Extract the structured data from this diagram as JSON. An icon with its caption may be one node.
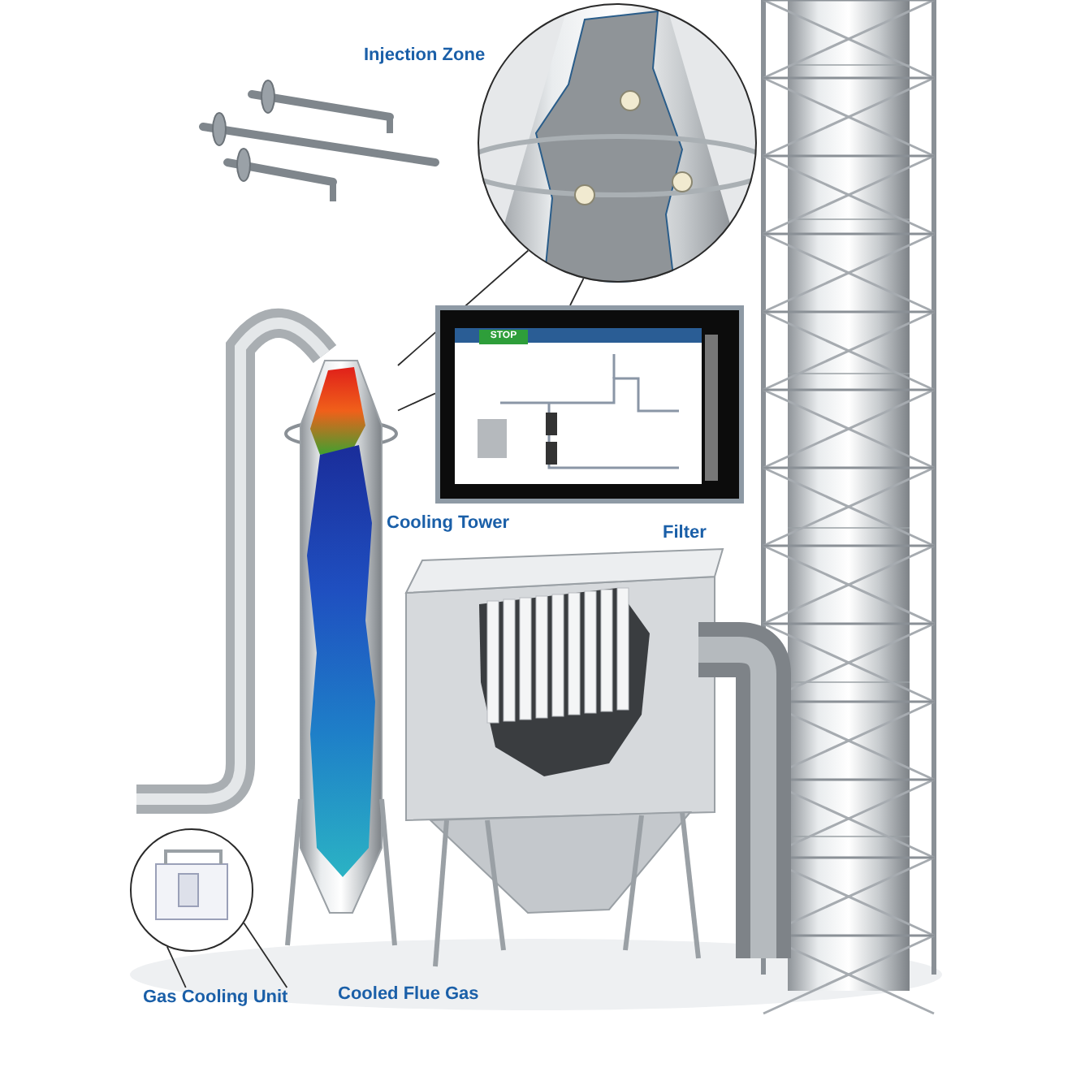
{
  "diagram": {
    "nodes": [
      {
        "text": [
          "Injection Zone"
        ]
      },
      {
        "text": [],
        "shape": "picture"
      },
      {
        "text": [],
        "shape": "picture"
      },
      {
        "text": [],
        "shape": "picture"
      },
      {
        "text": [
          "Cooling Tower"
        ]
      },
      {
        "text": [
          "Filter"
        ]
      },
      {
        "text": [],
        "shape": "picture"
      },
      {
        "text": [
          "Gas Cooling Unit"
        ]
      },
      {
        "text": [
          "Cooled Flue Gas"
        ]
      }
    ],
    "edges": [
      {
        "from": 1,
        "to": 3,
        "arrow": "none"
      },
      {
        "from": 2,
        "to": 3,
        "arrow": "none"
      },
      {
        "from": 2,
        "to": 1,
        "arrow": "none"
      },
      {
        "from": 6,
        "to": 7,
        "arrow": "none"
      },
      {
        "from": 6,
        "to": 7,
        "arrow": "none"
      }
    ],
    "labels": [
      "STOP"
    ]
  }
}
